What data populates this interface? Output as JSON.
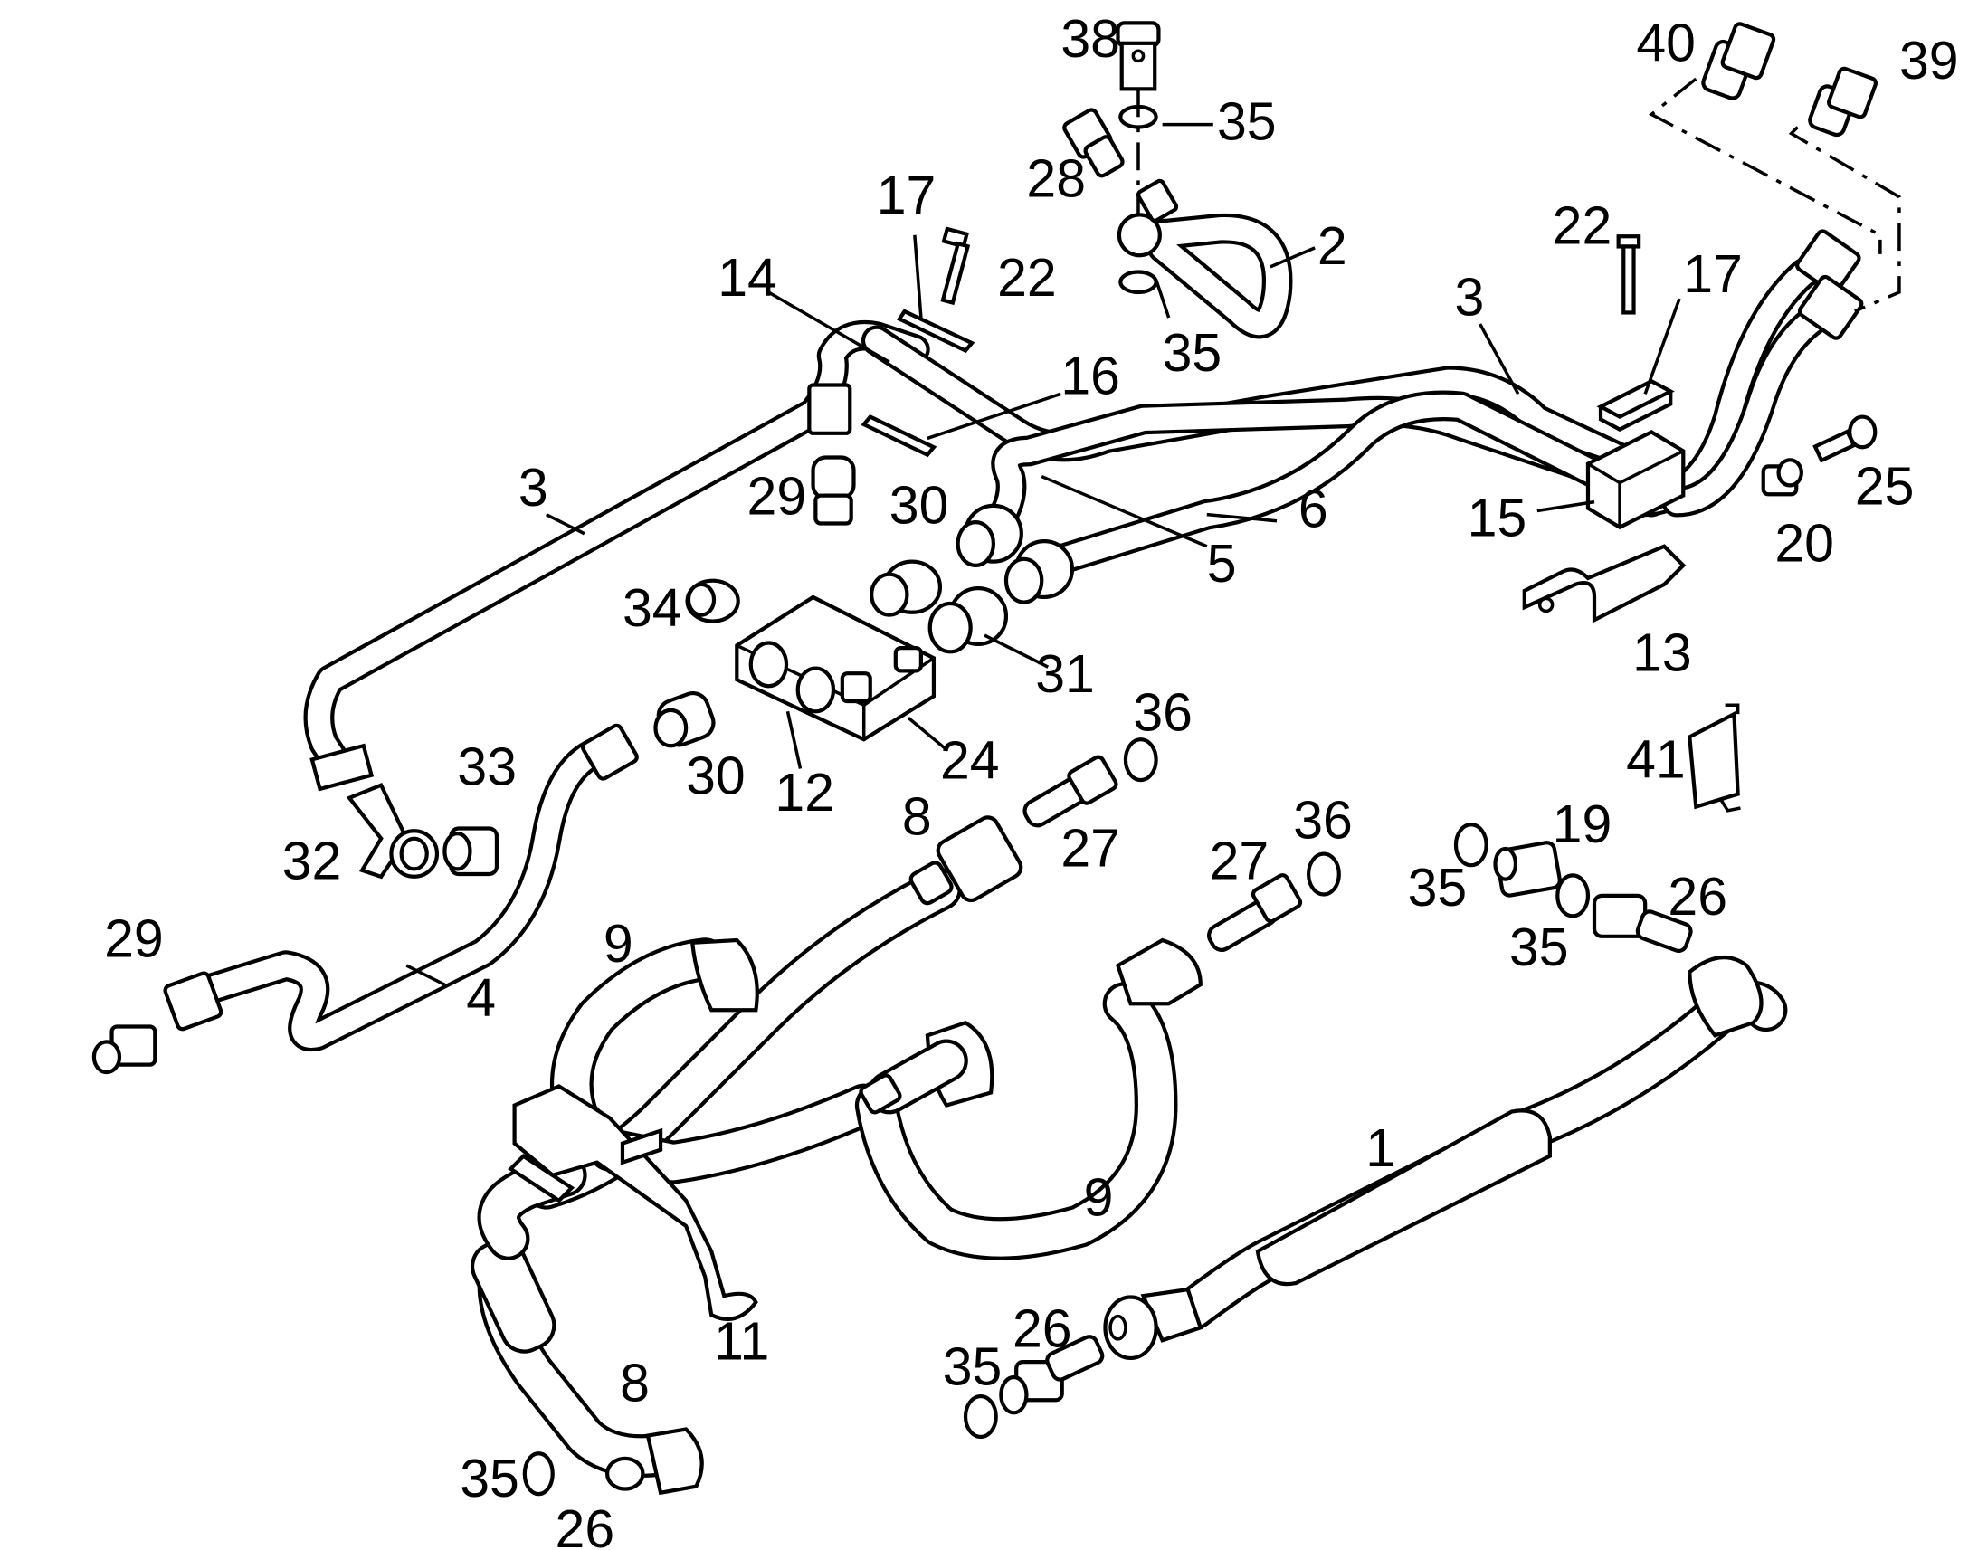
{
  "labels": [
    {
      "id": "l38",
      "text": "38"
    },
    {
      "id": "l35a",
      "text": "35"
    },
    {
      "id": "l28",
      "text": "28"
    },
    {
      "id": "l2",
      "text": "2"
    },
    {
      "id": "l35b",
      "text": "35"
    },
    {
      "id": "l40",
      "text": "40"
    },
    {
      "id": "l39",
      "text": "39"
    },
    {
      "id": "l17a",
      "text": "17"
    },
    {
      "id": "l22a",
      "text": "22"
    },
    {
      "id": "l14",
      "text": "14"
    },
    {
      "id": "l16",
      "text": "16"
    },
    {
      "id": "l22b",
      "text": "22"
    },
    {
      "id": "l17b",
      "text": "17"
    },
    {
      "id": "l3a",
      "text": "3"
    },
    {
      "id": "l3b",
      "text": "3"
    },
    {
      "id": "l29a",
      "text": "29"
    },
    {
      "id": "l30a",
      "text": "30"
    },
    {
      "id": "l6",
      "text": "6"
    },
    {
      "id": "l5",
      "text": "5"
    },
    {
      "id": "l15",
      "text": "15"
    },
    {
      "id": "l25",
      "text": "25"
    },
    {
      "id": "l20",
      "text": "20"
    },
    {
      "id": "l34",
      "text": "34"
    },
    {
      "id": "l31",
      "text": "31"
    },
    {
      "id": "l13",
      "text": "13"
    },
    {
      "id": "l36a",
      "text": "36"
    },
    {
      "id": "l24",
      "text": "24"
    },
    {
      "id": "l33",
      "text": "33"
    },
    {
      "id": "l30b",
      "text": "30"
    },
    {
      "id": "l12",
      "text": "12"
    },
    {
      "id": "l41",
      "text": "41"
    },
    {
      "id": "l8a",
      "text": "8"
    },
    {
      "id": "l27a",
      "text": "27"
    },
    {
      "id": "l32",
      "text": "32"
    },
    {
      "id": "l36b",
      "text": "36"
    },
    {
      "id": "l27b",
      "text": "27"
    },
    {
      "id": "l19",
      "text": "19"
    },
    {
      "id": "l35c",
      "text": "35"
    },
    {
      "id": "l26a",
      "text": "26"
    },
    {
      "id": "l35d",
      "text": "35"
    },
    {
      "id": "l29b",
      "text": "29"
    },
    {
      "id": "l9a",
      "text": "9"
    },
    {
      "id": "l4",
      "text": "4"
    },
    {
      "id": "l1",
      "text": "1"
    },
    {
      "id": "l9b",
      "text": "9"
    },
    {
      "id": "l11",
      "text": "11"
    },
    {
      "id": "l26b",
      "text": "26"
    },
    {
      "id": "l35e",
      "text": "35"
    },
    {
      "id": "l8b",
      "text": "8"
    },
    {
      "id": "l35f",
      "text": "35"
    },
    {
      "id": "l26c",
      "text": "26"
    }
  ]
}
